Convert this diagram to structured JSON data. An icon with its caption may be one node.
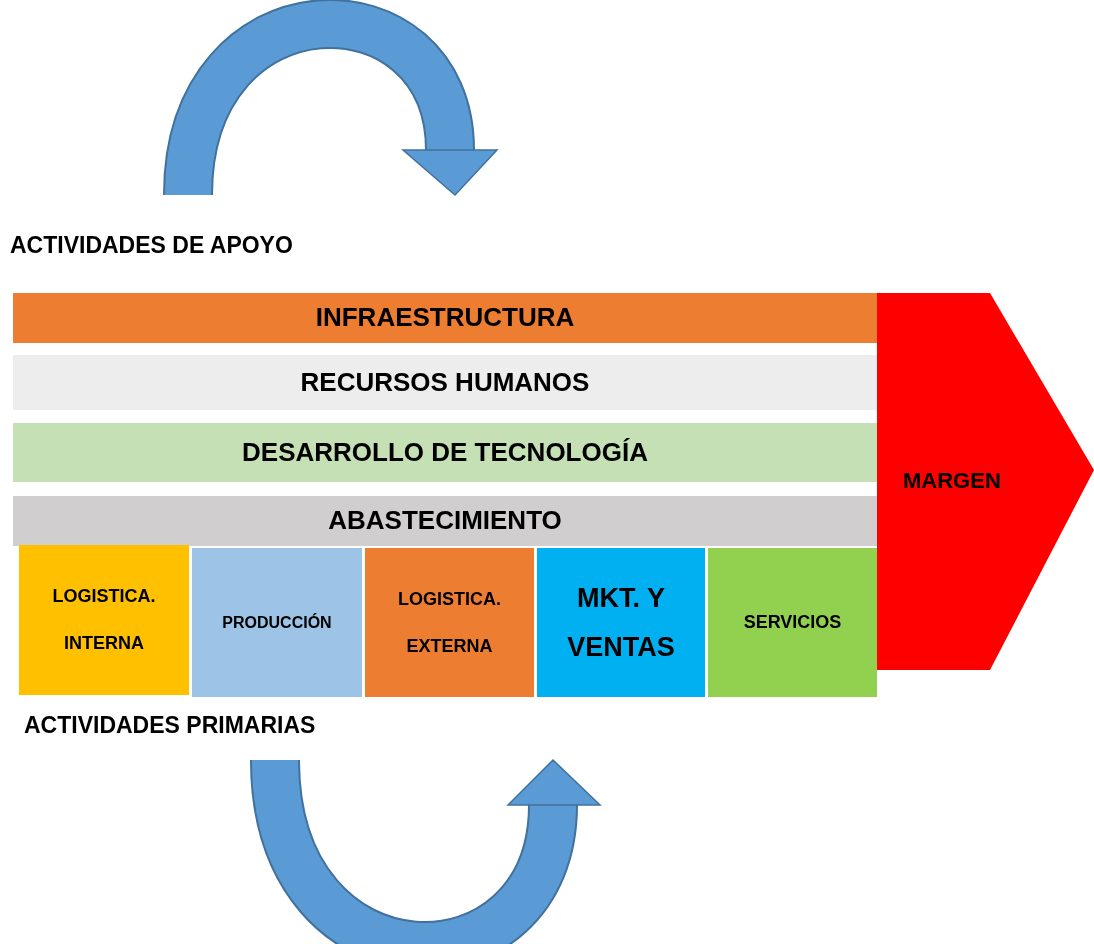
{
  "diagram": {
    "nodes": [
      {
        "text": [
          "INFRAESTRUCTURA"
        ]
      },
      {
        "text": [
          "RECURSOS HUMANOS"
        ]
      },
      {
        "text": [
          "DESARROLLO DE TECNOLOGÍA"
        ]
      },
      {
        "text": [
          "ABASTECIMIENTO"
        ]
      },
      {
        "text": [
          "MARGEN"
        ]
      },
      {
        "text": [
          "LOGISTICA. INTERNA"
        ]
      },
      {
        "text": [
          "PRODUCCIÓN"
        ]
      },
      {
        "text": [
          "LOGISTICA. EXTERNA"
        ]
      },
      {
        "text": [
          "MKT. Y VENTAS"
        ]
      },
      {
        "text": [
          "SERVICIOS"
        ]
      }
    ],
    "edges": [],
    "labels": [
      "ACTIVIDADES DE APOYO",
      "ACTIVIDADES PRIMARIAS"
    ]
  }
}
